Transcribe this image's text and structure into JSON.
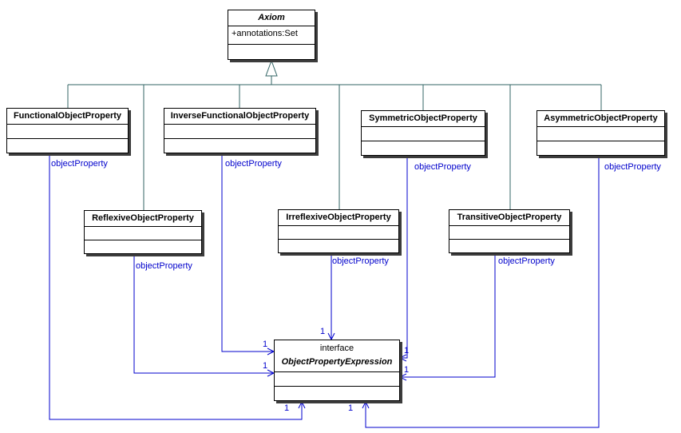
{
  "axiom": {
    "name": "Axiom",
    "attribute": "+annotations:Set"
  },
  "classes": {
    "functional": {
      "name": "FunctionalObjectProperty"
    },
    "inverse_functional": {
      "name": "InverseFunctionalObjectProperty"
    },
    "symmetric": {
      "name": "SymmetricObjectProperty"
    },
    "asymmetric": {
      "name": "AsymmetricObjectProperty"
    },
    "reflexive": {
      "name": "ReflexiveObjectProperty"
    },
    "irreflexive": {
      "name": "IrreflexiveObjectProperty"
    },
    "transitive": {
      "name": "TransitiveObjectProperty"
    }
  },
  "interface": {
    "stereotype": "interface",
    "name": "ObjectPropertyExpression"
  },
  "association": {
    "label": "objectProperty",
    "multiplicity": "1"
  },
  "colors": {
    "association": "#0000cc",
    "generalization": "#336666",
    "class_border": "#000000",
    "class_shadow": "#3c3c3c",
    "background": "#ffffff"
  }
}
